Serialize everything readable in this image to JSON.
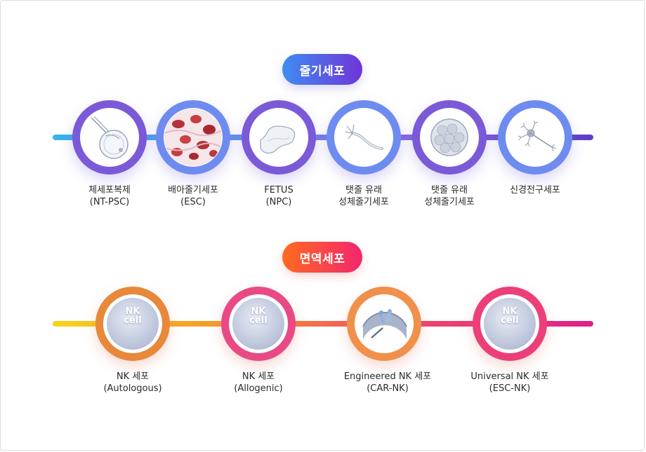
{
  "sections": {
    "stem": {
      "title": "줄기세포",
      "items": [
        {
          "line1": "체세포복제",
          "line2": "(NT-PSC)",
          "icon": "egg-injection-icon",
          "ring": "#7b5ad8"
        },
        {
          "line1": "배아줄기세포",
          "line2": "(ESC)",
          "icon": "embryonic-cells-icon",
          "ring": "#6e8cf0"
        },
        {
          "line1": "FETUS",
          "line2": "(NPC)",
          "icon": "fetus-tissue-icon",
          "ring": "#7b5ad8"
        },
        {
          "line1": "탯줄 유래",
          "line2": "성체줄기세포",
          "icon": "umbilical-cord-icon",
          "ring": "#6e8cf0"
        },
        {
          "line1": "탯줄 유래",
          "line2": "성체줄기세포",
          "icon": "cell-cluster-icon",
          "ring": "#7b5ad8"
        },
        {
          "line1": "신경전구세포",
          "line2": "",
          "icon": "neuron-icon",
          "ring": "#6e8cf0"
        }
      ]
    },
    "immune": {
      "title": "면역세포",
      "items": [
        {
          "line1": "NK 세포",
          "line2": "(Autologous)",
          "icon": "nk-cell-icon",
          "ring": "#e8883a",
          "cell_l1": "NK",
          "cell_l2": "cell"
        },
        {
          "line1": "NK 세포",
          "line2": "(Allogenic)",
          "icon": "nk-cell-icon",
          "ring": "#e94a86",
          "cell_l1": "NK",
          "cell_l2": "cell"
        },
        {
          "line1": "Engineered NK 세포",
          "line2": "(CAR-NK)",
          "icon": "car-nk-cell-icon",
          "ring": "#f0904a",
          "cell_l1": "",
          "cell_l2": ""
        },
        {
          "line1": "Universal NK 세포",
          "line2": "(ESC-NK)",
          "icon": "nk-cell-icon",
          "ring": "#ec3f7a",
          "cell_l1": "NK",
          "cell_l2": "cell"
        }
      ]
    }
  }
}
